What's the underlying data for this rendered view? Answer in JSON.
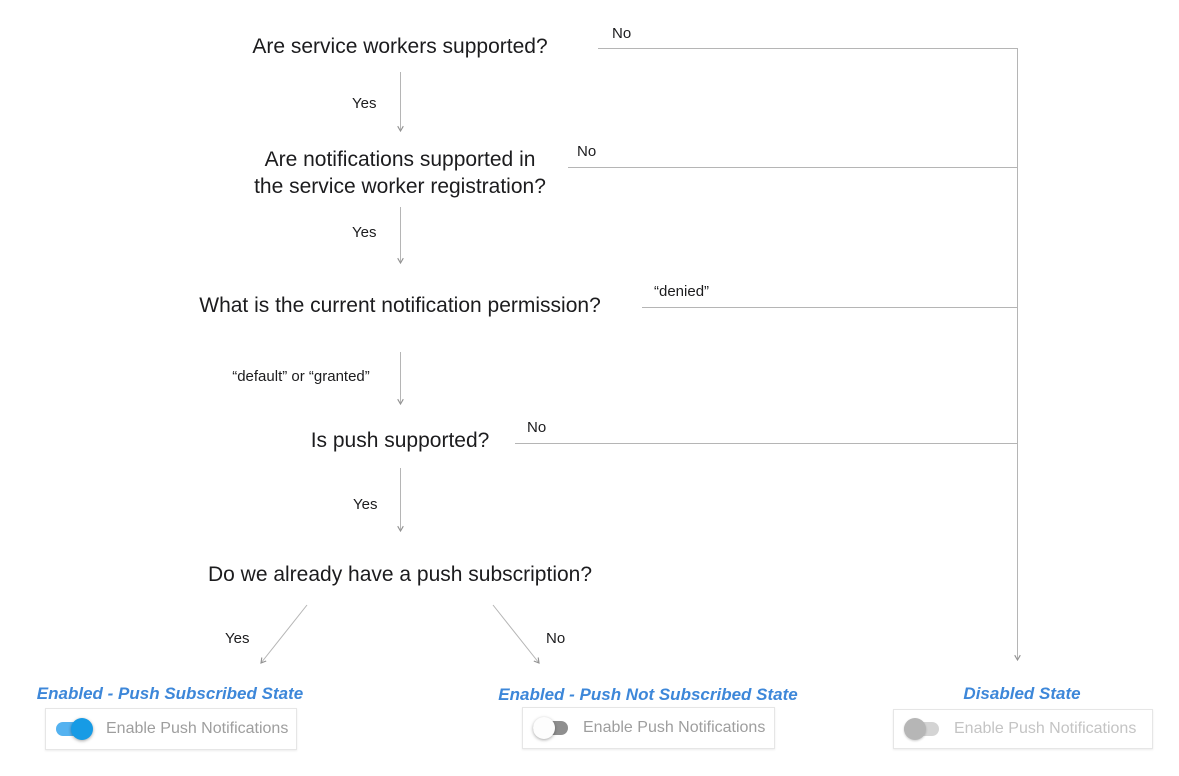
{
  "diagram": {
    "questions": [
      {
        "text": "Are service workers supported?"
      },
      {
        "line1": "Are notifications supported in",
        "line2": "the service worker registration?"
      },
      {
        "text": "What is the current notification permission?"
      },
      {
        "text": "Is push supported?"
      },
      {
        "text": "Do we already have a push subscription?"
      }
    ],
    "branch_labels": {
      "q1_no": "No",
      "q1_yes": "Yes",
      "q2_no": "No",
      "q2_yes": "Yes",
      "q3_no": "“denied”",
      "q3_yes": "“default” or “granted”",
      "q4_no": "No",
      "q4_yes": "Yes",
      "q5_yes": "Yes",
      "q5_no": "No"
    }
  },
  "states": [
    {
      "title": "Enabled - Push Subscribed State",
      "toggle_state": "on",
      "toggle_label": "Enable Push Notifications"
    },
    {
      "title": "Enabled - Push Not Subscribed State",
      "toggle_state": "off",
      "toggle_label": "Enable Push Notifications"
    },
    {
      "title": "Disabled State",
      "toggle_state": "disabled",
      "toggle_label": "Enable Push Notifications"
    }
  ],
  "colors": {
    "question_text": "#1c1c1e",
    "connector_line": "#b5b5b5",
    "arrowhead": "#919191",
    "state_title_blue": "#3d87d9",
    "toggle_on_track": "#54b2f0",
    "toggle_on_thumb": "#179be5",
    "toggle_off_track": "#8f8f8f",
    "toggle_off_thumb": "#fdfdfd",
    "toggle_disabled_track": "#d4d4d4",
    "toggle_disabled_thumb": "#b6b6b6",
    "card_label": "#9e9e9e",
    "card_label_disabled": "#c4c4c4"
  }
}
